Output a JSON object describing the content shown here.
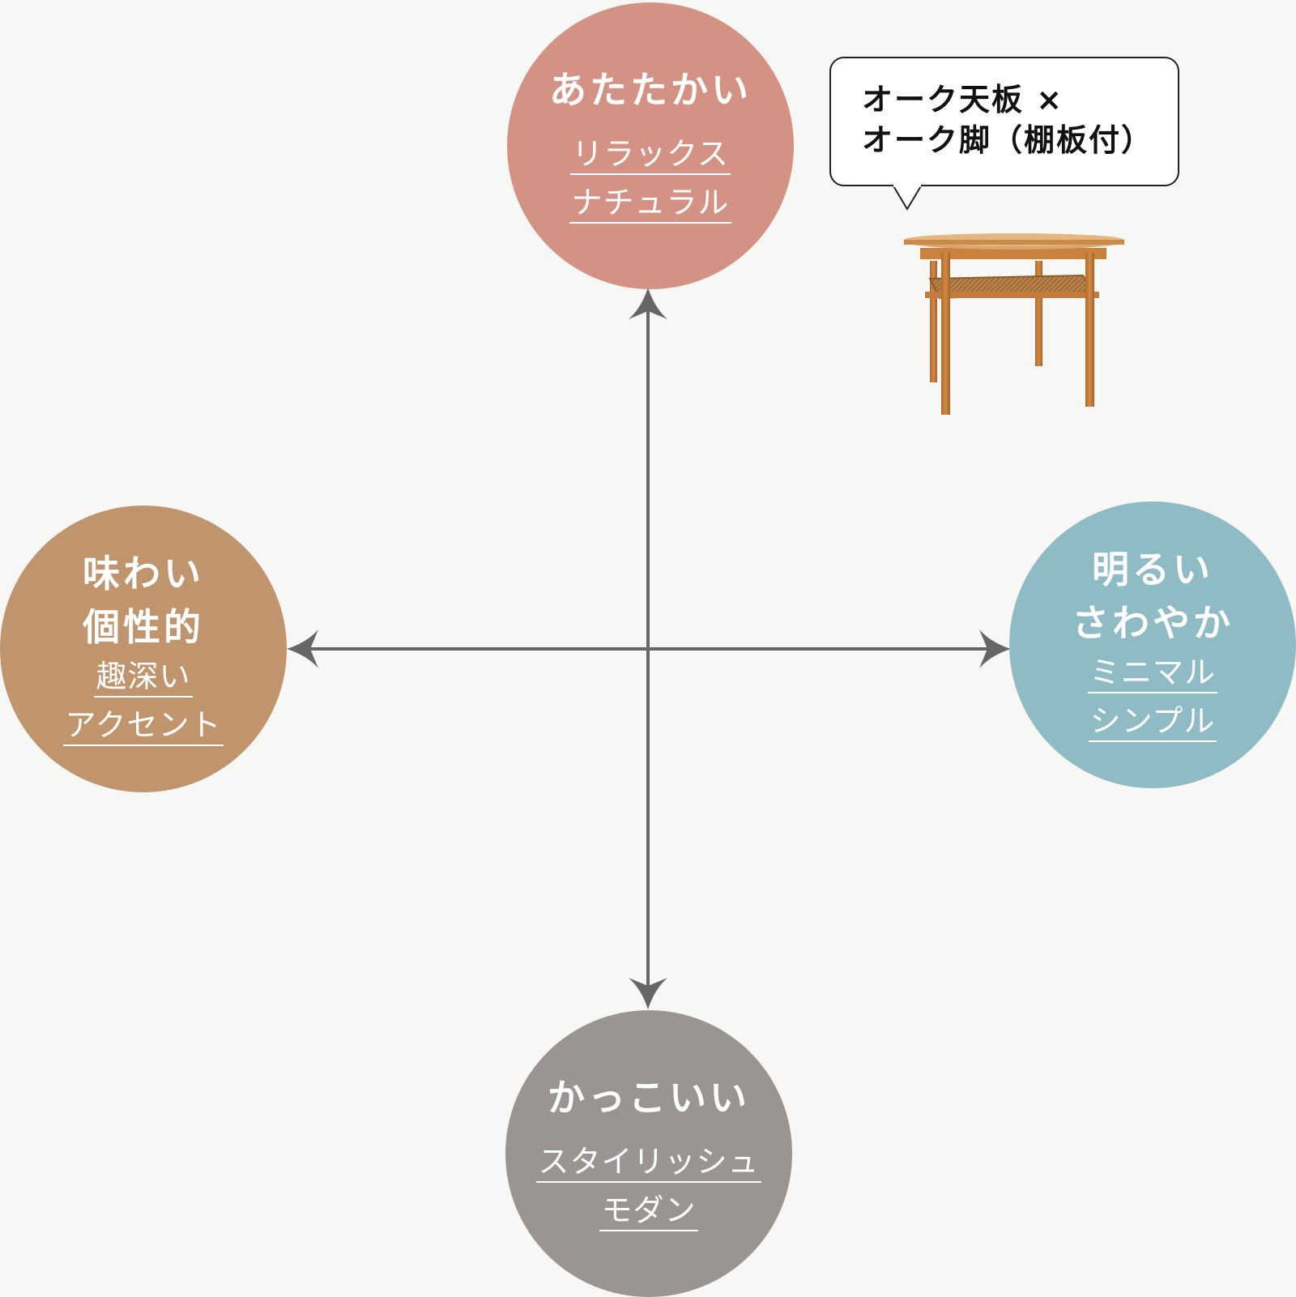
{
  "colors": {
    "background": "#f7f7f5",
    "axis": "#666666",
    "warm": "#d49284",
    "flavor": "#c0946d",
    "bright": "#8fbcc4",
    "cool": "#9a9593"
  },
  "circles": {
    "top": {
      "title_lines": [
        "あたたかい"
      ],
      "keywords": [
        "リラックス",
        "ナチュラル"
      ]
    },
    "left": {
      "title_lines": [
        "味わい",
        "個性的"
      ],
      "keywords": [
        "趣深い",
        "アクセント"
      ]
    },
    "right": {
      "title_lines": [
        "明るい",
        "さわやか"
      ],
      "keywords": [
        "ミニマル",
        "シンプル"
      ]
    },
    "bottom": {
      "title_lines": [
        "かっこいい"
      ],
      "keywords": [
        "スタイリッシュ",
        "モダン"
      ]
    }
  },
  "product": {
    "label_lines": [
      "オーク天板 ×",
      "オーク脚（棚板付）"
    ],
    "image": "oak-round-table-with-shelf"
  }
}
